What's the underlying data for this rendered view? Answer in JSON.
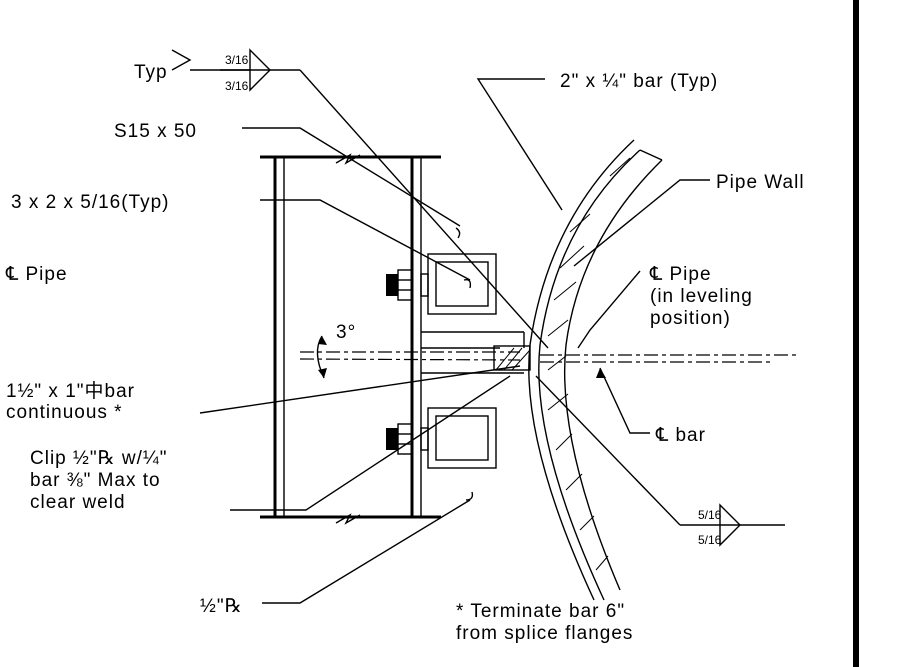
{
  "labels": {
    "typ": "Typ",
    "weld_top_fraction": "3/16",
    "s15": "S15 x 50",
    "angle": "3 x 2 x 5/16(Typ)",
    "cl_pipe_left": "℄ Pipe",
    "angle_deg": "3°",
    "bar_line1": "1½\" x 1\"中bar",
    "bar_line2": "continuous *",
    "clip_line1": "Clip ½\"℞ w/¼\"",
    "clip_line2": "bar ⅜\" Max to",
    "clip_line3": "clear weld",
    "plate": "½\"℞",
    "bar_typ": "2\"  x  ¼\"  bar (Typ)",
    "pipe_wall": "Pipe Wall",
    "cl_pipe_right_1": "℄ Pipe",
    "cl_pipe_right_2": "(in leveling",
    "cl_pipe_right_3": "position)",
    "cl_bar": "℄ bar",
    "weld_bottom_fraction": "5/16",
    "note_line1": "* Terminate bar 6\"",
    "note_line2": "from splice flanges"
  },
  "colors": {
    "ink": "#000000",
    "paper": "#ffffff"
  }
}
